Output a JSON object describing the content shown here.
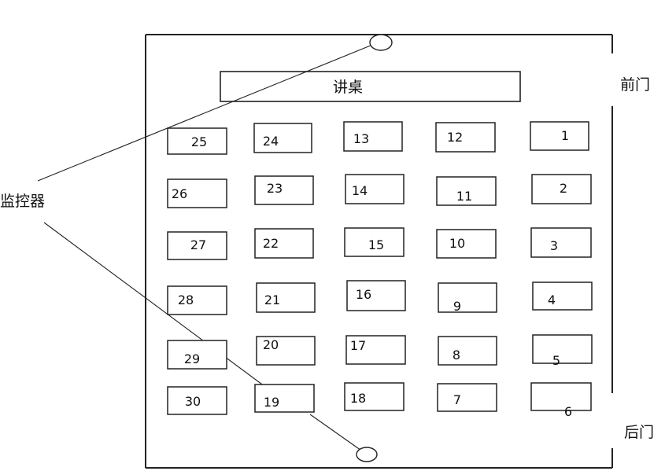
{
  "podium_label": "讲桌",
  "front_door_label": "前门",
  "back_door_label": "后门",
  "monitor_label": "监控器",
  "seats": {
    "col1": [
      "25",
      "26",
      "27",
      "28",
      "29",
      "30"
    ],
    "col2": [
      "24",
      "23",
      "22",
      "21",
      "20",
      "19"
    ],
    "col3": [
      "13",
      "14",
      "15",
      "16",
      "17",
      "18"
    ],
    "col4": [
      "12",
      "11",
      "10",
      "9",
      "8",
      "7"
    ],
    "col5": [
      "1",
      "2",
      "3",
      "4",
      "5",
      "6"
    ]
  }
}
